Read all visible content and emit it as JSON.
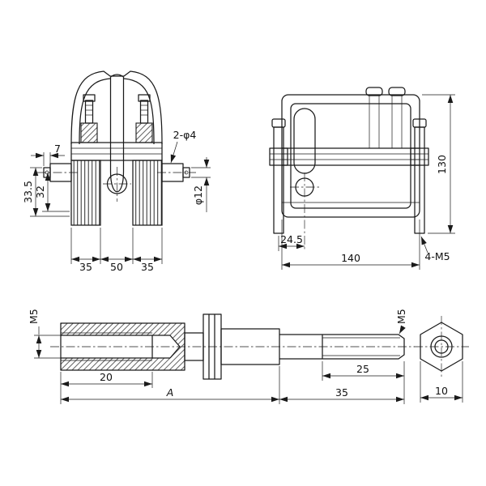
{
  "colors": {
    "line": "#1a1a1a",
    "background": "#ffffff"
  },
  "front_view": {
    "dim_pin_length": "7",
    "dim_height_outer": "33.5",
    "dim_height_inner": "32",
    "dim_width_left": "35",
    "dim_width_center": "50",
    "dim_width_right": "35",
    "label_holes": "2-φ4",
    "dim_pin_diameter": "φ12"
  },
  "side_view": {
    "dim_height": "130",
    "dim_bolt_offset": "24.5",
    "dim_width": "140",
    "label_bolt_thread": "4-M5"
  },
  "bolt_view": {
    "label_thread_left": "M5",
    "dim_thread_depth": "20",
    "dim_body_length": "A",
    "dim_thread_length": "25",
    "dim_stud_length": "35",
    "label_thread_right": "M5"
  },
  "nut_view": {
    "dim_across_flats": "10"
  }
}
